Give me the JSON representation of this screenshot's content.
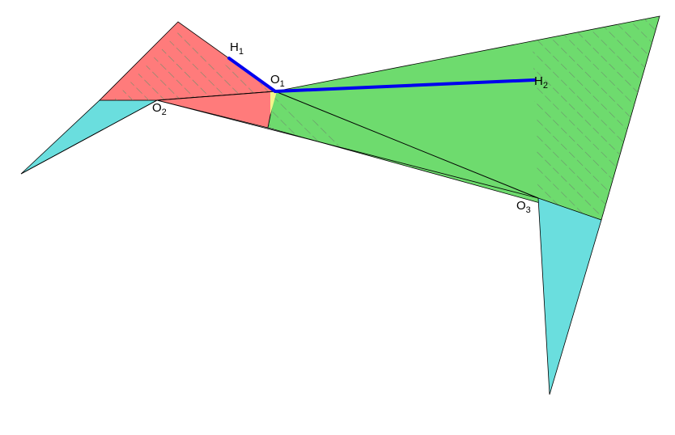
{
  "labels": {
    "h1": {
      "main": "H",
      "sub": "1"
    },
    "h2": {
      "main": "H",
      "sub": "2"
    },
    "o1": {
      "main": "O",
      "sub": "1"
    },
    "o2": {
      "main": "O",
      "sub": "2"
    },
    "o3": {
      "main": "O",
      "sub": "3"
    }
  },
  "colors": {
    "red": "#ff7b7b",
    "green": "#6edb6e",
    "cyan": "#6adede",
    "yellow": "#f4f48a",
    "hatch": "#6c8f6c",
    "blue": "#0000ee",
    "stroke": "#000000"
  }
}
